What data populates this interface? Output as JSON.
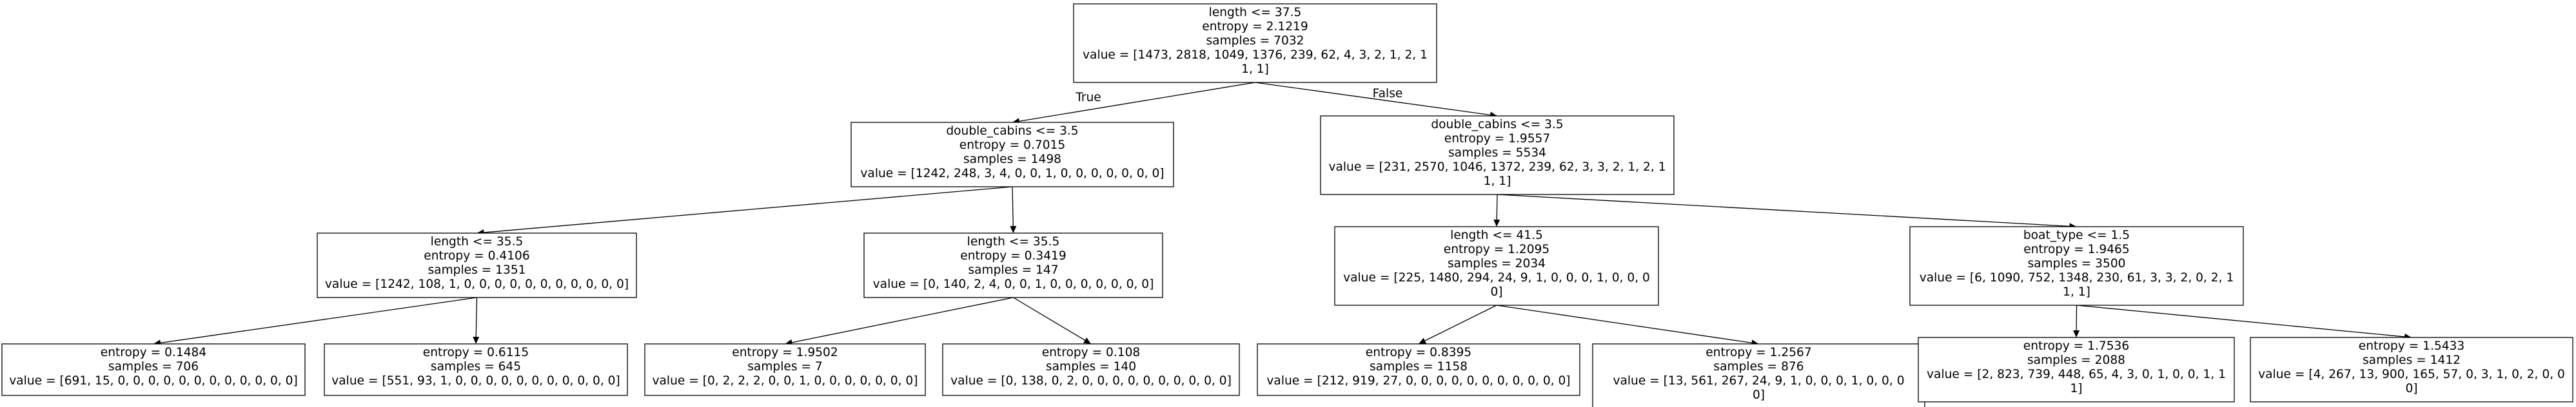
{
  "tree": {
    "nodes": [
      {
        "id": "n0",
        "lines": [
          "length <= 37.5",
          "entropy = 2.1219",
          "samples = 7032",
          "value = [1473, 2818, 1049, 1376, 239, 62, 4, 3, 2, 1, 2, 1",
          "1, 1]"
        ]
      },
      {
        "id": "n1",
        "lines": [
          "double_cabins <= 3.5",
          "entropy = 0.7015",
          "samples = 1498",
          "value = [1242, 248, 3, 4, 0, 0, 1, 0, 0, 0, 0, 0, 0, 0]"
        ]
      },
      {
        "id": "n2",
        "lines": [
          "double_cabins <= 3.5",
          "entropy = 1.9557",
          "samples = 5534",
          "value = [231, 2570, 1046, 1372, 239, 62, 3, 3, 2, 1, 2, 1",
          "1, 1]"
        ]
      },
      {
        "id": "n3",
        "lines": [
          "length <= 35.5",
          "entropy = 0.4106",
          "samples = 1351",
          "value = [1242, 108, 1, 0, 0, 0, 0, 0, 0, 0, 0, 0, 0, 0]"
        ]
      },
      {
        "id": "n4",
        "lines": [
          "length <= 35.5",
          "entropy = 0.3419",
          "samples = 147",
          "value = [0, 140, 2, 4, 0, 0, 1, 0, 0, 0, 0, 0, 0, 0]"
        ]
      },
      {
        "id": "n5",
        "lines": [
          "length <= 41.5",
          "entropy = 1.2095",
          "samples = 2034",
          "value = [225, 1480, 294, 24, 9, 1, 0, 0, 0, 1, 0, 0, 0",
          "0]"
        ]
      },
      {
        "id": "n6",
        "lines": [
          "boat_type <= 1.5",
          "entropy = 1.9465",
          "samples = 3500",
          "value = [6, 1090, 752, 1348, 230, 61, 3, 3, 2, 0, 2, 1",
          "1, 1]"
        ]
      },
      {
        "id": "n7",
        "lines": [
          "entropy = 0.1484",
          "samples = 706",
          "value = [691, 15, 0, 0, 0, 0, 0, 0, 0, 0, 0, 0, 0, 0]"
        ]
      },
      {
        "id": "n8",
        "lines": [
          "entropy = 0.6115",
          "samples = 645",
          "value = [551, 93, 1, 0, 0, 0, 0, 0, 0, 0, 0, 0, 0, 0]"
        ]
      },
      {
        "id": "n9",
        "lines": [
          "entropy = 1.9502",
          "samples = 7",
          "value = [0, 2, 2, 2, 0, 0, 1, 0, 0, 0, 0, 0, 0, 0]"
        ]
      },
      {
        "id": "n10",
        "lines": [
          "entropy = 0.108",
          "samples = 140",
          "value = [0, 138, 0, 2, 0, 0, 0, 0, 0, 0, 0, 0, 0, 0]"
        ]
      },
      {
        "id": "n11",
        "lines": [
          "entropy = 0.8395",
          "samples = 1158",
          "value = [212, 919, 27, 0, 0, 0, 0, 0, 0, 0, 0, 0, 0, 0]"
        ]
      },
      {
        "id": "n12",
        "lines": [
          "entropy = 1.2567",
          "samples = 876",
          "value = [13, 561, 267, 24, 9, 1, 0, 0, 0, 1, 0, 0, 0",
          "0]"
        ]
      },
      {
        "id": "n13",
        "lines": [
          "entropy = 1.7536",
          "samples = 2088",
          "value = [2, 823, 739, 448, 65, 4, 3, 0, 1, 0, 0, 1, 1",
          "1]"
        ]
      },
      {
        "id": "n14",
        "lines": [
          "entropy = 1.5433",
          "samples = 1412",
          "value = [4, 267, 13, 900, 165, 57, 0, 3, 1, 0, 2, 0, 0",
          "0]"
        ]
      }
    ],
    "edges": [
      {
        "from": "n0",
        "to": "n1",
        "label": "True"
      },
      {
        "from": "n0",
        "to": "n2",
        "label": "False"
      },
      {
        "from": "n1",
        "to": "n3",
        "label": ""
      },
      {
        "from": "n1",
        "to": "n4",
        "label": ""
      },
      {
        "from": "n2",
        "to": "n5",
        "label": ""
      },
      {
        "from": "n2",
        "to": "n6",
        "label": ""
      },
      {
        "from": "n3",
        "to": "n7",
        "label": ""
      },
      {
        "from": "n3",
        "to": "n8",
        "label": ""
      },
      {
        "from": "n4",
        "to": "n9",
        "label": ""
      },
      {
        "from": "n4",
        "to": "n10",
        "label": ""
      },
      {
        "from": "n5",
        "to": "n11",
        "label": ""
      },
      {
        "from": "n5",
        "to": "n12",
        "label": ""
      },
      {
        "from": "n6",
        "to": "n13",
        "label": ""
      },
      {
        "from": "n6",
        "to": "n14",
        "label": ""
      }
    ]
  }
}
